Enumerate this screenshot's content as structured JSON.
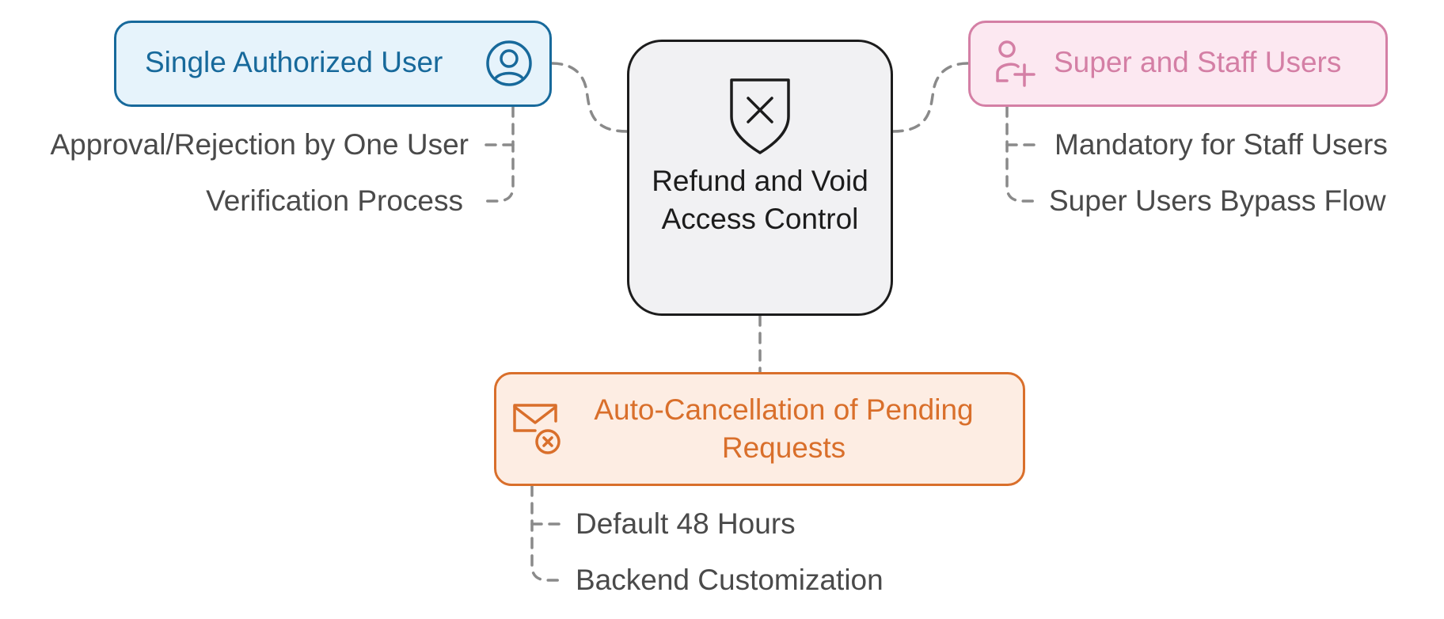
{
  "diagram": {
    "central": {
      "title": "Refund and Void Access Control",
      "icon": "shield-x-icon",
      "colors": {
        "fill": "#f1f1f3",
        "stroke": "#1c1c1c"
      }
    },
    "branches": [
      {
        "id": "single-authorized-user",
        "title": "Single Authorized User",
        "icon": "user-circle-icon",
        "colors": {
          "fill": "#e6f3fb",
          "stroke": "#17699b"
        },
        "children": [
          "Approval/Rejection by One User",
          "Verification Process"
        ]
      },
      {
        "id": "super-and-staff-users",
        "title": "Super and Staff Users",
        "icon": "user-plus-icon",
        "colors": {
          "fill": "#fce8f1",
          "stroke": "#d47fa5"
        },
        "children": [
          "Mandatory for Staff Users",
          "Super Users Bypass Flow"
        ]
      },
      {
        "id": "auto-cancellation",
        "title": "Auto-Cancellation of Pending Requests",
        "icon": "mail-x-icon",
        "colors": {
          "fill": "#fdede3",
          "stroke": "#d96f2b"
        },
        "children": [
          "Default 48 Hours",
          "Backend Customization"
        ]
      }
    ],
    "connector_color": "#8a8a8a",
    "leaf_text_color": "#4a4a4a"
  }
}
